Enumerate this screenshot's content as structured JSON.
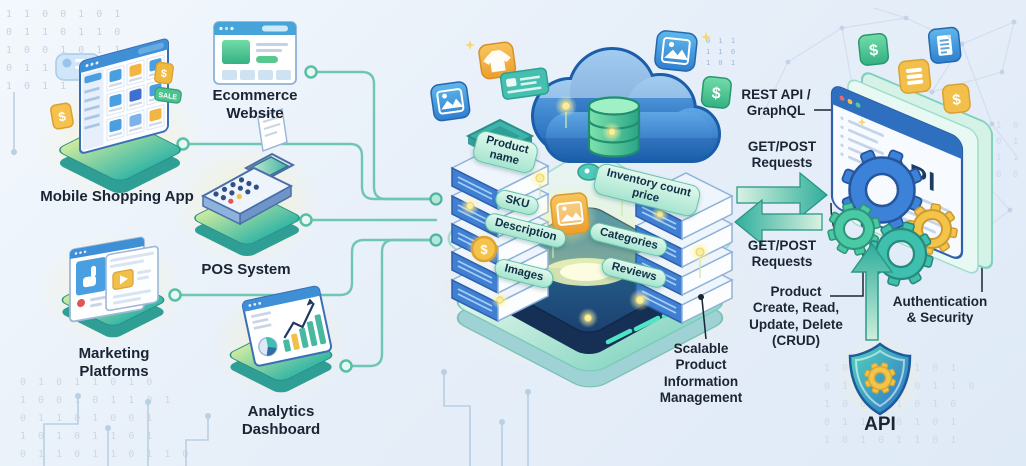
{
  "sources": [
    {
      "label": "Mobile Shopping App"
    },
    {
      "label": "Ecommerce\nWebsite"
    },
    {
      "label": "POS System"
    },
    {
      "label": "Marketing\nPlatforms"
    },
    {
      "label": "Analytics\nDashboard"
    }
  ],
  "center": {
    "fields": [
      {
        "label": "Product\nname"
      },
      {
        "label": "SKU"
      },
      {
        "label": "Description"
      },
      {
        "label": "Images"
      },
      {
        "label": "Inventory count\nprice"
      },
      {
        "label": "Categories"
      },
      {
        "label": "Reviews"
      }
    ],
    "annotation": "Scalable\nProduct\nInformation\nManagement"
  },
  "api": {
    "rest_label": "REST API /\nGraphQL",
    "requests_top": "GET/POST\nRequests",
    "requests_bottom": "GET/POST\nRequests",
    "crud": "Product\nCreate, Read,\nUpdate, Delete\n(CRUD)",
    "auth": "Authentication\n& Security",
    "window_title": "API",
    "shield_label": "API"
  },
  "badges": {
    "sale": "SALE",
    "dollar": "$"
  },
  "background": {
    "bits_topleft": "1 1 0 0 1 0 1\n0 1 1 0 1 1 0\n1 0 0 1 0 1 1\n0 1 1 0 0 1\n1 0 1 1 0",
    "bits_bottomleft": "0 1 0 1 1 0 1 0\n1 0 0 1 0 1 1 0 1\n0 1 1 0 1 0 0 1\n1 0 1 0 1 1 0 1\n0 1 1 0 1 1 0 1 1 0",
    "bits_bottomright": "1 0 1 1 0 1 0 1\n0 1 1 0 1 0 1 1 0\n1 0 0 1 1 0 1 0\n0 1 1 0 0 1 0 1\n1 0 1 0 1 1 0 1",
    "bits_right": "1 0 1\n0 1 1\n1 1 0\n0 0 1",
    "bits_cloud": "0 1 1\n1 1 0\n1 0 1"
  },
  "colors": {
    "accent_teal": "#2fae9b",
    "primary_blue": "#3f8fd6",
    "navy": "#1d3f6e",
    "yellow": "#f2c04a",
    "text": "#1a2433",
    "background": "#e9f1fa"
  }
}
